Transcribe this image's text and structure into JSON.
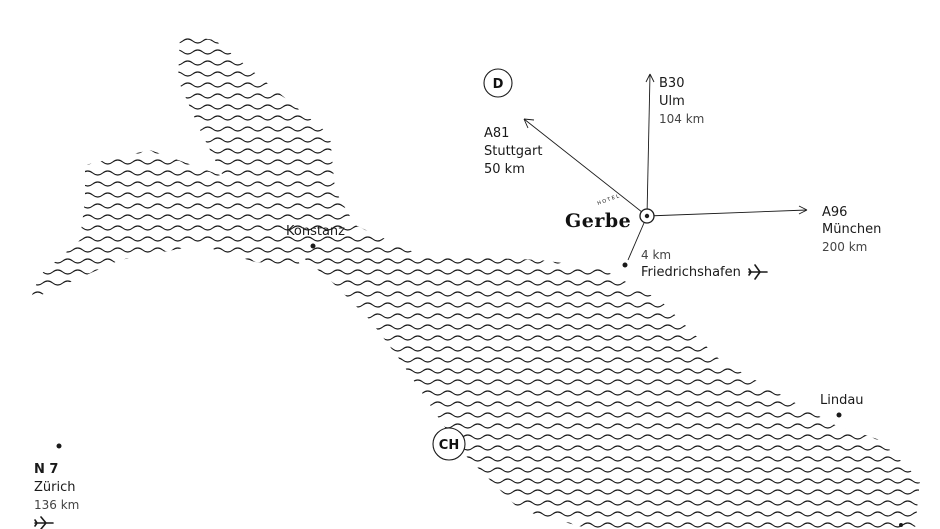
{
  "countries": {
    "germany": "D",
    "switzerland": "CH"
  },
  "hotel": {
    "small_label": "HOTEL",
    "name": "Gerbe"
  },
  "routes": {
    "stuttgart": {
      "road": "A81",
      "city": "Stuttgart",
      "distance": "50 km"
    },
    "ulm": {
      "road": "B30",
      "city": "Ulm",
      "distance": "104 km"
    },
    "munich": {
      "road": "A96",
      "city": "München",
      "distance": "200 km"
    },
    "friedrichshafen": {
      "distance": "4 km",
      "city": "Friedrichshafen"
    },
    "zurich": {
      "road": "N 7",
      "city": "Zürich",
      "distance": "136 km"
    }
  },
  "cities": {
    "konstanz": "Konstanz",
    "lindau": "Lindau"
  },
  "icons": [
    "airplane-icon",
    "location-dot-icon",
    "wave-pattern"
  ],
  "colors": {
    "ink": "#1a1a1a",
    "background": "#ffffff"
  }
}
